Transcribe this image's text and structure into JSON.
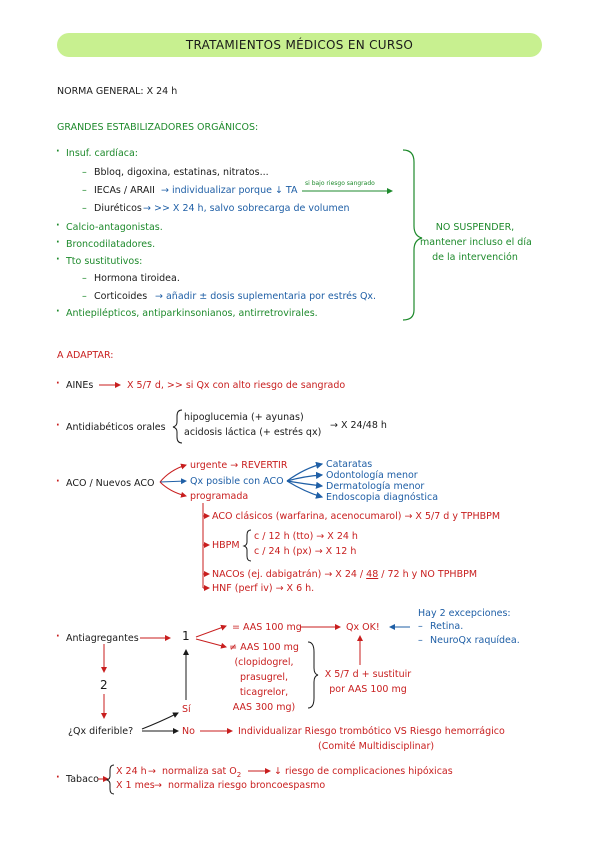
{
  "title": "TRATAMIENTOS MÉDICOS EN CURSO",
  "norma": "NORMA GENERAL: X 24 h",
  "grandes": {
    "heading": "GRANDES ESTABILIZADORES ORGÁNICOS:",
    "insuf": "Insuf. cardíaca:",
    "bbloq": "Bbloq, digoxina, estatinas, nitratos...",
    "iecas_a": "IECAs / ARAII",
    "iecas_b": "→ individualizar porque ↓ TA",
    "iecas_arrow_label": "si bajo riesgo sangrado",
    "diureticos_a": "Diuréticos",
    "diureticos_b": "→ >> X 24 h, salvo sobrecarga de volumen",
    "calcio": "Calcio-antagonistas.",
    "bronco": "Broncodilatadores.",
    "tto": "Tto sustitutivos:",
    "hormona": "Hormona tiroidea.",
    "corti_a": "Corticoides",
    "corti_b": "→ añadir ± dosis suplementaria por estrés Qx.",
    "antiep": "Antiepilépticos, antiparkinsonianos, antirretrovirales.",
    "no_suspender": [
      "NO SUSPENDER,",
      "mantener incluso el día",
      "de la intervención"
    ]
  },
  "adaptar": {
    "heading": "A ADAPTAR:",
    "aines_a": "AINEs",
    "aines_b": "X 5/7 d, >> si Qx con alto riesgo de sangrado",
    "antidiab": "Antidiabéticos orales",
    "hipoglucemia": "hipoglucemia (+ ayunas)",
    "acidosis": "acidosis láctica (+ estrés qx)",
    "x2448": "→ X 24/48 h",
    "aco": "ACO / Nuevos ACO",
    "urgente": "urgente → REVERTIR",
    "qx_posible": "Qx posible con ACO",
    "programada": "programada",
    "cataratas": "Cataratas",
    "odonto": "Odontología menor",
    "dermato": "Dermatología menor",
    "endos": "Endoscopia diagnóstica",
    "aco_clasicos": "ACO clásicos (warfarina, acenocumarol) → X 5/7 d  y  TPHBPM",
    "hbpm": "HBPM",
    "hbpm1": "c / 12 h (tto) → X 24 h",
    "hbpm2": "c / 24 h (px) → X 12 h",
    "nacos_a": "NACOs (ej. dabigatrán) → X 24 / ",
    "nacos_u": "48",
    "nacos_b": " / 72 h  y  NO TPHBPM",
    "hnf": "HNF (perf iv) → X 6 h.",
    "antiagregantes": "Antiagregantes",
    "n1": "1",
    "n2": "2",
    "aas_eq": "= AAS 100 mg",
    "qx_ok": "Qx OK!",
    "excep_head": "Hay 2 excepciones:",
    "excep1": "Retina.",
    "excep2": "NeuroQx raquídea.",
    "aas_neq": [
      "≠ AAS 100 mg",
      "(clopidogrel,",
      "prasugrel,",
      "ticagrelor,",
      "AAS 300 mg)"
    ],
    "x57_sust": [
      "X 5/7 d  + sustituir",
      "por AAS 100 mg"
    ],
    "qx_diferible": "¿Qx diferible?",
    "si": "Sí",
    "no": "No",
    "individualizar": "Individualizar Riesgo trombótico VS Riesgo hemorrágico",
    "comite": "(Comité Multidisciplinar)",
    "tabaco": "Tabaco",
    "tab1_a": "X 24 h",
    "tab1_b": "normaliza sat O",
    "tab1_sub": "2",
    "tab1_c": "↓ riesgo de complicaciones hipóxicas",
    "tab2_a": "X 1 mes",
    "tab2_b": "normaliza riesgo broncoespasmo"
  },
  "colors": {
    "title_bg": "#c8f090",
    "green": "#1e8a2c",
    "red": "#c81e1e",
    "blue": "#1f5fa6",
    "black": "#1a1a1a"
  }
}
